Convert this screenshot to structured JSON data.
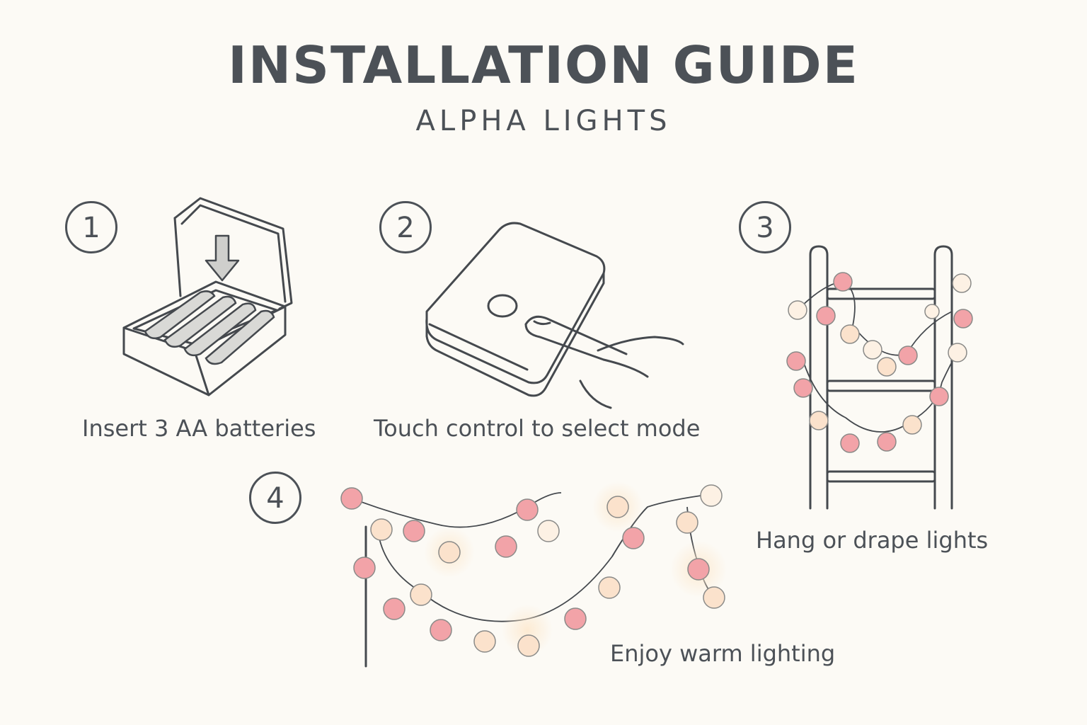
{
  "header": {
    "title": "INSTALLATION GUIDE",
    "subtitle": "ALPHA LIGHTS"
  },
  "steps": [
    {
      "number": "1",
      "caption": "Insert 3 AA batteries"
    },
    {
      "number": "2",
      "caption": "Touch control to select mode"
    },
    {
      "number": "3",
      "caption": "Hang or drape lights"
    },
    {
      "number": "4",
      "caption": "Enjoy warm lighting"
    }
  ],
  "colors": {
    "ink": "#4c5157",
    "pink": "#f2a3a8",
    "cream": "#fbe2cc",
    "paper": "#fcfaf5"
  },
  "icons": [
    "battery-box-icon",
    "down-arrow-icon",
    "remote-control-icon",
    "finger-press-icon",
    "ladder-icon",
    "string-lights-icon"
  ]
}
